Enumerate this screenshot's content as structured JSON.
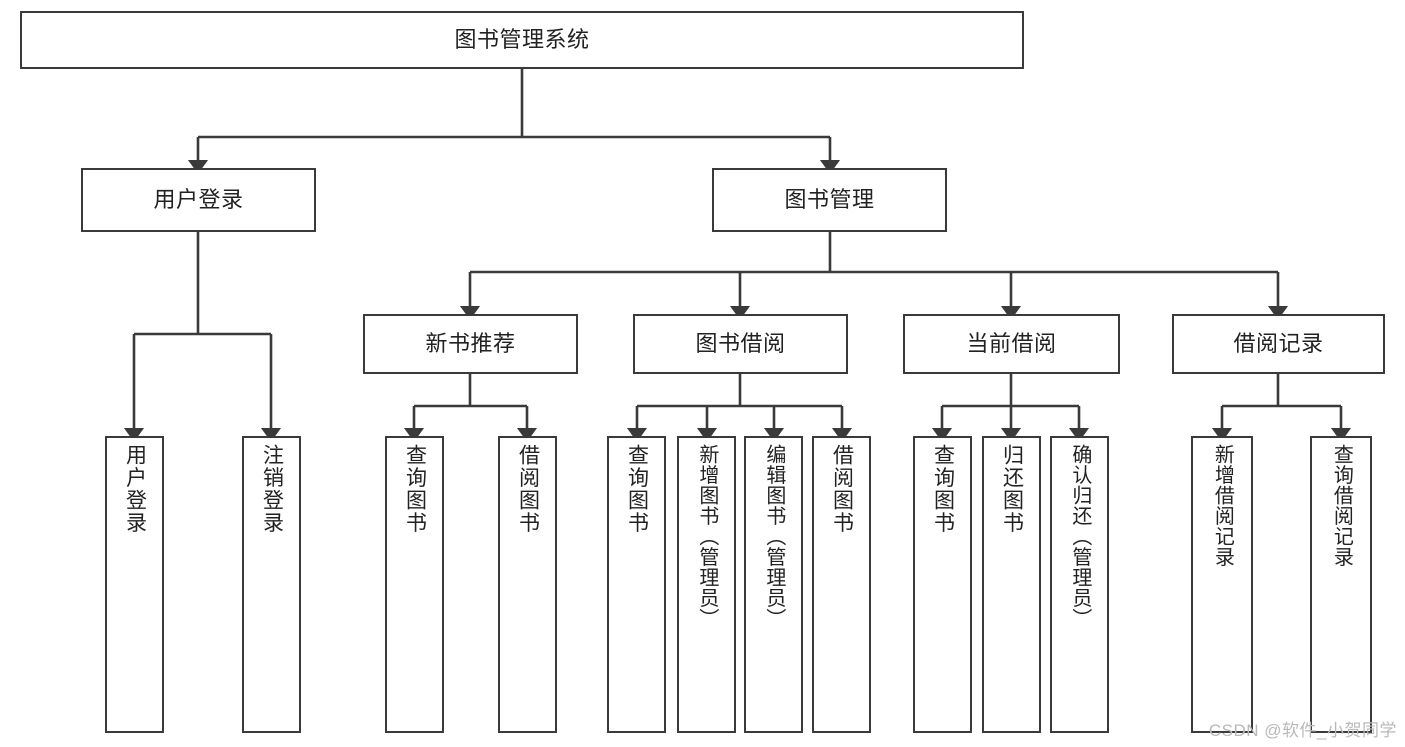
{
  "diagram": {
    "title": "图书管理系统",
    "type": "功能结构图",
    "root": {
      "label": "图书管理系统"
    },
    "level2": [
      {
        "label": "用户登录"
      },
      {
        "label": "图书管理"
      }
    ],
    "level3": [
      {
        "label": "新书推荐"
      },
      {
        "label": "图书借阅"
      },
      {
        "label": "当前借阅"
      },
      {
        "label": "借阅记录"
      }
    ],
    "leaves": {
      "user_login": [
        {
          "label": "用户登录"
        },
        {
          "label": "注销登录"
        }
      ],
      "new_book_recommend": [
        {
          "label": "查询图书"
        },
        {
          "label": "借阅图书"
        }
      ],
      "book_borrow": [
        {
          "label": "查询图书"
        },
        {
          "label": "新增图书（管理员）"
        },
        {
          "label": "编辑图书（管理员）"
        },
        {
          "label": "借阅图书"
        }
      ],
      "current_borrow": [
        {
          "label": "查询图书"
        },
        {
          "label": "归还图书"
        },
        {
          "label": "确认归还（管理员）"
        }
      ],
      "borrow_record": [
        {
          "label": "新增借阅记录"
        },
        {
          "label": "查询借阅记录"
        }
      ]
    }
  },
  "watermark": {
    "text": "CSDN @软件_小贺同学"
  },
  "colors": {
    "border": "#3a3a3a",
    "text": "#222222",
    "background": "#ffffff",
    "watermark": "#b9b9b9"
  }
}
